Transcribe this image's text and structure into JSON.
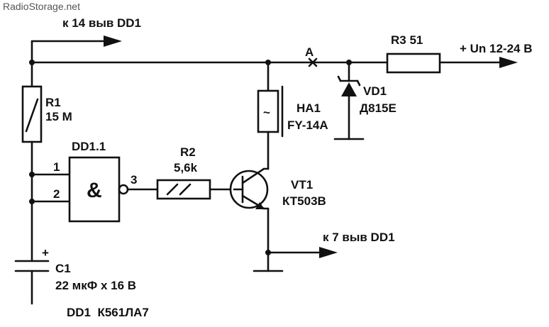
{
  "watermark": "RadioStorage.net",
  "labels": {
    "pin14": "к 14 выв DD1",
    "pin7": "к 7 выв DD1",
    "supply": "+ Un 12-24 В",
    "node_a": "A",
    "r3": "R3 51",
    "r1_name": "R1",
    "r1_value": "15 M",
    "dd_name": "DD1.1",
    "nand_symbol": "&",
    "pin1": "1",
    "pin2": "2",
    "pin3": "3",
    "r2_name": "R2",
    "r2_value": "5,6k",
    "ha_name": "HA1",
    "ha_value": "FY-14A",
    "buzzer_symbol": "~",
    "vd_name": "VD1",
    "vd_value": "Д815Е",
    "vt_name": "VT1",
    "vt_value": "КТ503В",
    "c1_plus": "+",
    "c1_name": "C1",
    "c1_value": "22 мкФ х 16 В",
    "chip_note": "DD1  К561ЛА7"
  }
}
